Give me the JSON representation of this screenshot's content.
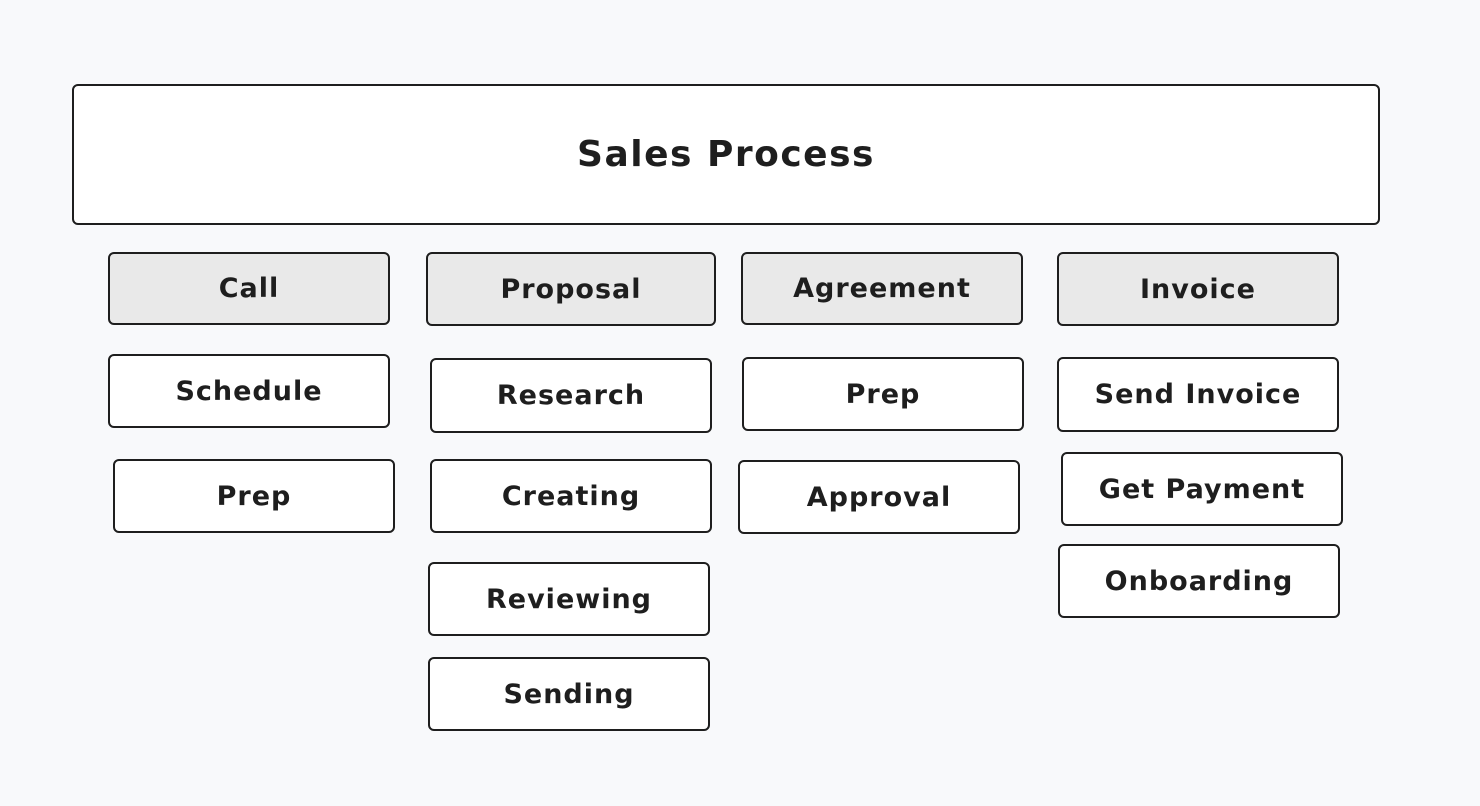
{
  "title": "Sales Process",
  "columns": [
    {
      "header": "Call",
      "steps": [
        "Schedule",
        "Prep"
      ]
    },
    {
      "header": "Proposal",
      "steps": [
        "Research",
        "Creating",
        "Reviewing",
        "Sending"
      ]
    },
    {
      "header": "Agreement",
      "steps": [
        "Prep",
        "Approval"
      ]
    },
    {
      "header": "Invoice",
      "steps": [
        "Send Invoice",
        "Get Payment",
        "Onboarding"
      ]
    }
  ],
  "colors": {
    "background": "#f8f9fb",
    "stroke": "#1e1e1e",
    "box_fill": "#ffffff",
    "header_fill": "#e9e9e9"
  }
}
